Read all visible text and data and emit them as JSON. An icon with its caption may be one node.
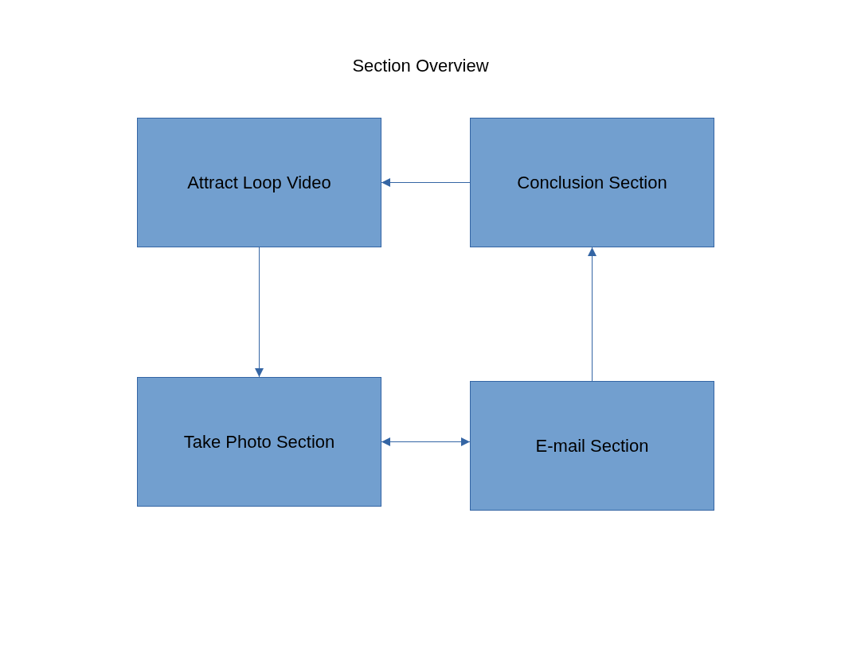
{
  "diagram": {
    "title": "Section Overview",
    "nodes": [
      {
        "text": [
          "Attract Loop Video"
        ]
      },
      {
        "text": [
          "Conclusion Section"
        ]
      },
      {
        "text": [
          "Take Photo Section"
        ]
      },
      {
        "text": [
          "E-mail Section"
        ]
      }
    ],
    "edges": [
      {
        "from": 1,
        "to": 0,
        "arrow": "to"
      },
      {
        "from": 0,
        "to": 2,
        "arrow": "to"
      },
      {
        "from": 2,
        "to": 3,
        "arrow": "both"
      },
      {
        "from": 3,
        "to": 1,
        "arrow": "to"
      }
    ]
  }
}
